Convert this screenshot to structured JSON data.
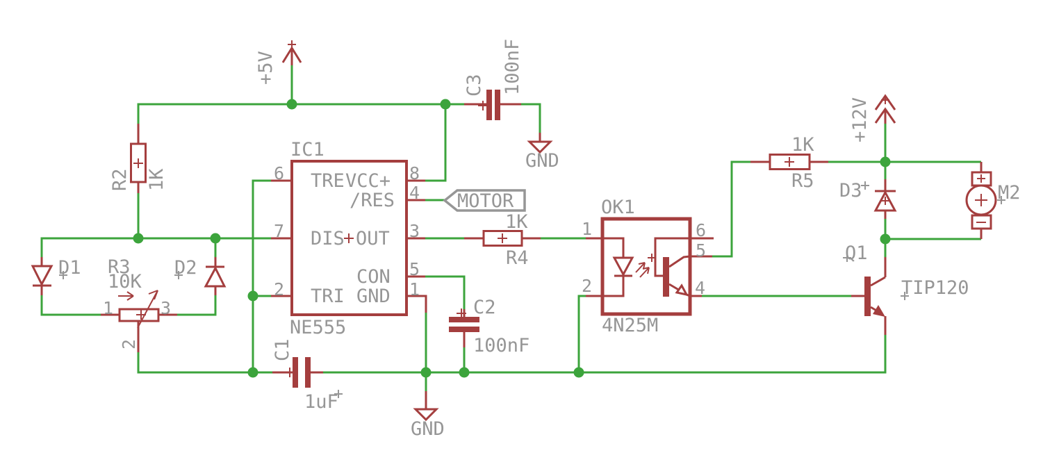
{
  "parts": {
    "ic1": {
      "ref": "IC1",
      "value": "NE555",
      "pins": {
        "n6": {
          "num": "6",
          "name": "TRE"
        },
        "n7": {
          "num": "7",
          "name": "DIS"
        },
        "n2": {
          "num": "2",
          "name": "TRI"
        },
        "n8": {
          "num": "8",
          "name": "VCC+"
        },
        "n4": {
          "num": "4",
          "name": "/RES"
        },
        "n3": {
          "num": "3",
          "name": "OUT"
        },
        "n5": {
          "num": "5",
          "name": "CON"
        },
        "n1": {
          "num": "1",
          "name": "GND"
        }
      }
    },
    "ok1": {
      "ref": "OK1",
      "value": "4N25M",
      "pins": {
        "p1": "1",
        "p2": "2",
        "p4": "4",
        "p5": "5",
        "p6": "6"
      }
    },
    "r2": {
      "ref": "R2",
      "value": "1K"
    },
    "r3": {
      "ref": "R3",
      "value": "10K",
      "pin1": "1",
      "pin2": "2",
      "pin3": "3"
    },
    "r4": {
      "ref": "R4",
      "value": "1K"
    },
    "r5": {
      "ref": "R5",
      "value": "1K"
    },
    "c1": {
      "ref": "C1",
      "value": "1uF"
    },
    "c2": {
      "ref": "C2",
      "value": "100nF"
    },
    "c3": {
      "ref": "C3",
      "value": "100nF"
    },
    "d1": {
      "ref": "D1"
    },
    "d2": {
      "ref": "D2"
    },
    "d3": {
      "ref": "D3"
    },
    "q1": {
      "ref": "Q1",
      "value": "TIP120"
    },
    "m2": {
      "ref": "M2",
      "plus": "+",
      "minus": "-"
    }
  },
  "nets": {
    "vcc5": "+5V",
    "vcc12": "+12V",
    "gnd_top": "GND",
    "gnd_bottom": "GND",
    "motor": "MOTOR"
  },
  "colors": {
    "wire_green": "#3ca43c",
    "symbol_red": "#a43e3e",
    "text_gray": "#969696",
    "background": "#ffffff"
  }
}
